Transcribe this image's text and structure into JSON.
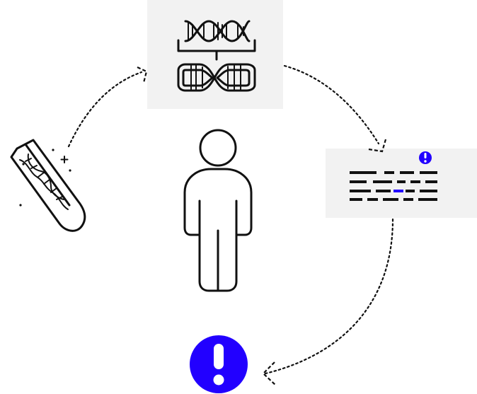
{
  "diagram": {
    "nodes": [
      {
        "id": "genome",
        "icon": "dna-chromosome-icon"
      },
      {
        "id": "report",
        "icon": "genetic-report-icon",
        "badge_icon": "alert-badge-icon"
      },
      {
        "id": "alert",
        "icon": "exclamation-alert-icon"
      },
      {
        "id": "sample",
        "icon": "test-tube-dna-icon"
      },
      {
        "id": "person",
        "icon": "person-icon"
      }
    ],
    "cycle": [
      "genome",
      "report",
      "alert",
      "sample",
      "genome"
    ],
    "colors": {
      "accent": "#2200ff",
      "ink": "#111111",
      "panel": "#f2f2f2",
      "background": "#ffffff"
    }
  }
}
